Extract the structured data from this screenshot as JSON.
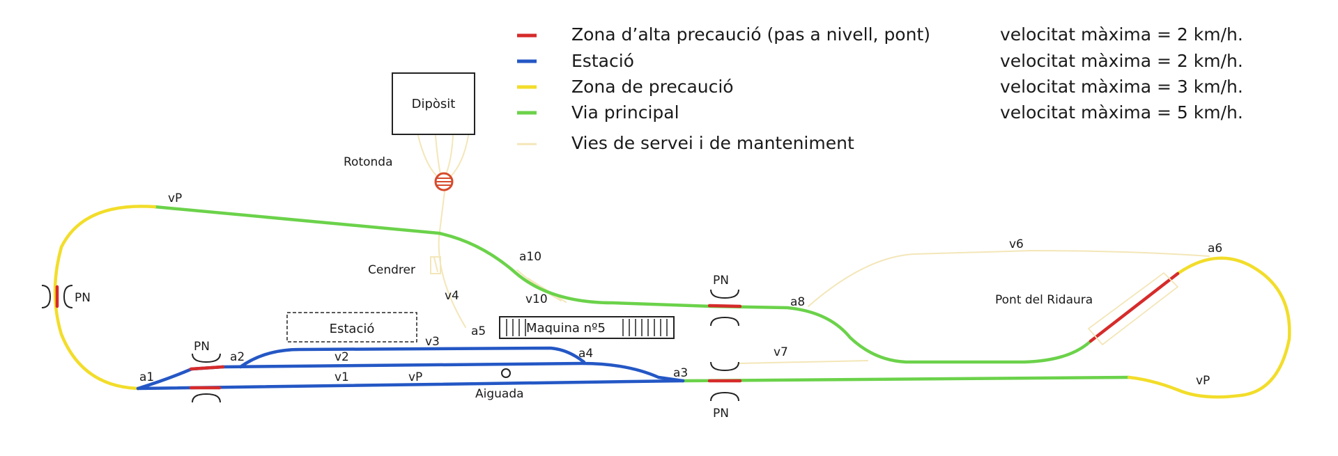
{
  "colors": {
    "red": "#d62b2b",
    "blue": "#2457c5",
    "yellow": "#f2dd2a",
    "green": "#6bd24a",
    "service": "#f3e6b8"
  },
  "legend": [
    {
      "color": "red",
      "label": "Zona d’alta precaució (pas a nivell, pont)",
      "speed": "velocitat màxima = 2 km/h."
    },
    {
      "color": "blue",
      "label": "Estació",
      "speed": "velocitat màxima = 2 km/h."
    },
    {
      "color": "yellow",
      "label": "Zona de precaució",
      "speed": "velocitat màxima = 3 km/h."
    },
    {
      "color": "green",
      "label": "Via principal",
      "speed": "velocitat màxima = 5 km/h."
    },
    {
      "color": "service",
      "label": "Vies de servei i de manteniment",
      "speed": ""
    }
  ],
  "boxes": {
    "diposit": "Dipòsit",
    "estacio": "Estació",
    "maquina": "Maquina nº5"
  },
  "labels": {
    "rotonda": "Rotonda",
    "cendrer": "Cendrer",
    "aiguada": "Aiguada",
    "pont": "Pont del Ridaura",
    "pn_left": "PN",
    "pn_a1": "PN",
    "pn_mid_top": "PN",
    "pn_mid_bottom": "PN",
    "vP_top": "vP",
    "vP_mid": "vP",
    "vP_right": "vP",
    "a1": "a1",
    "a2": "a2",
    "a3": "a3",
    "a4": "a4",
    "a5": "a5",
    "a6": "a6",
    "a8": "a8",
    "a10": "a10",
    "v1": "v1",
    "v2": "v2",
    "v3": "v3",
    "v4": "v4",
    "v6": "v6",
    "v7": "v7",
    "v10": "v10"
  }
}
